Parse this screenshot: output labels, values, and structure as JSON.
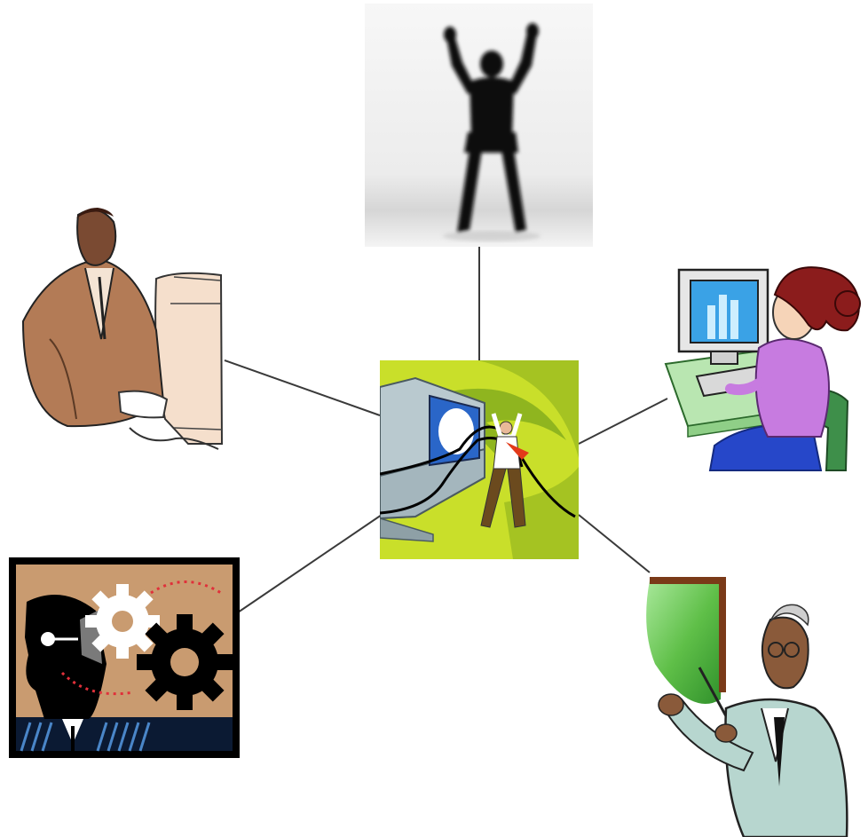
{
  "diagram": {
    "type": "hub-and-spoke",
    "line_color": "#3a3a3a",
    "background_color": "#ffffff",
    "hub": {
      "icon": "person-pulled-into-computer-icon",
      "colors": {
        "background": "#c9df2a",
        "swirl": "#8fb51f",
        "monitor": "#b9c9cf",
        "screen": "#2a66c8"
      }
    },
    "nodes": [
      {
        "id": "top",
        "icon": "celebrating-silhouette-icon",
        "colors": {
          "background": "#f1f1f1",
          "figure": "#111111"
        }
      },
      {
        "id": "left-upper",
        "icon": "man-at-computer-sketch-icon",
        "colors": {
          "suit": "#b07a55",
          "skin": "#7a4a32",
          "monitor": "#f2d9c4"
        }
      },
      {
        "id": "right-upper",
        "icon": "woman-at-computer-icon",
        "colors": {
          "shirt": "#c77be0",
          "hair": "#8b1c1c",
          "desk": "#b9e6b1",
          "screen": "#3aa2e6",
          "chair": "#3e8f4a"
        }
      },
      {
        "id": "left-lower",
        "icon": "head-with-gears-icon",
        "colors": {
          "background": "#c99b70",
          "gear": "#000000",
          "light-gear": "#ffffff",
          "dots": "#e0303a",
          "frame": "#000000"
        }
      },
      {
        "id": "right-lower",
        "icon": "man-presenting-board-icon",
        "colors": {
          "board": "#5fbf48",
          "frame": "#7a3a18",
          "suit": "#b7d6cf",
          "skin": "#8a5a3a"
        }
      }
    ]
  }
}
